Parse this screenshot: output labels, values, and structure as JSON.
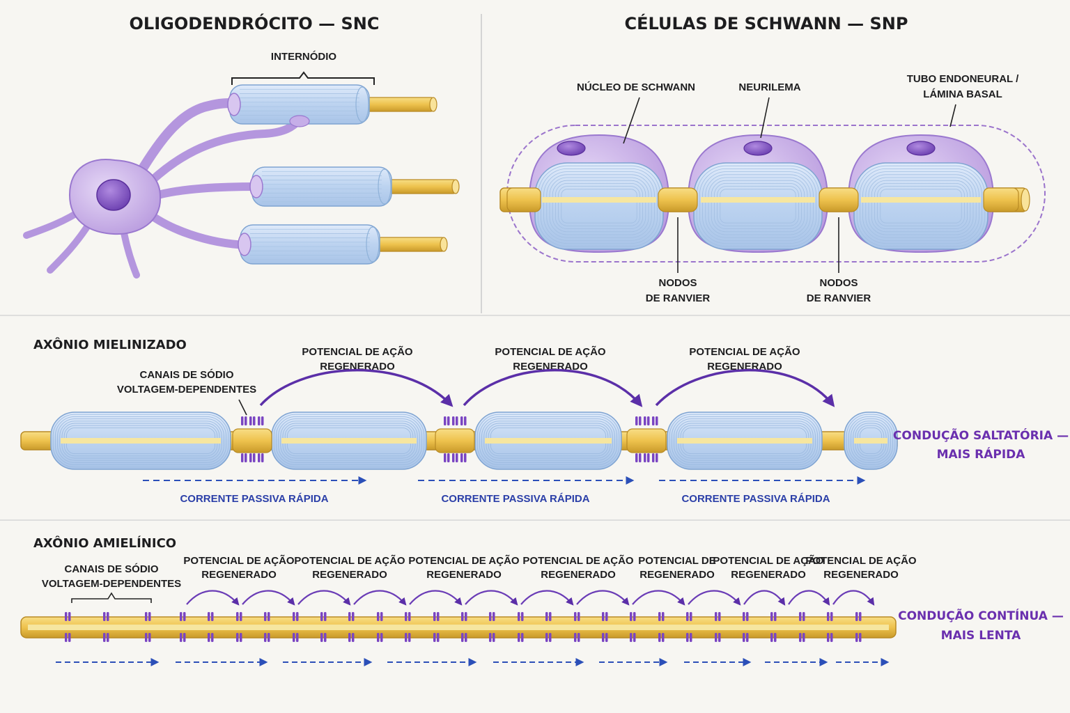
{
  "panels": {
    "oligo": {
      "title": "OLIGODENDRÓCITO — SNC",
      "internode": "INTERNÓDIO"
    },
    "schwann": {
      "title": "CÉLULAS DE SCHWANN — SNP",
      "nucleus": "NÚCLEO DE SCHWANN",
      "neurilemma": "NEURILEMA",
      "tube_line1": "TUBO ENDONEURAL /",
      "tube_line2": "LÁMINA BASAL",
      "node_line1": "NODOS",
      "node_line2": "DE RANVIER"
    }
  },
  "myelinated": {
    "title": "AXÔNIO MIELINIZADO",
    "channels_line1": "CANAIS DE SÓDIO",
    "channels_line2": "VOLTAGEM-DEPENDENTES",
    "ap_line1": "POTENCIAL DE AÇÃO",
    "ap_line2": "REGENERADO",
    "passive": "CORRENTE PASSIVA RÁPIDA",
    "result_line1": "CONDUÇÃO SALTATÓRIA —",
    "result_line2": "MAIS RÁPIDA"
  },
  "unmyelinated": {
    "title": "AXÔNIO AMIELÍNICO",
    "channels_line1": "CANAIS DE SÓDIO",
    "channels_line2": "VOLTAGEM-DEPENDENTES",
    "ap_labels": [
      {
        "l1": "POTENCIAL DE AÇÃO",
        "l2": "REGENERADO"
      },
      {
        "l1": "POTENCIAL DE AÇÃO",
        "l2": "REGENERADO"
      },
      {
        "l1": "POTENCIAL DE AÇÃO",
        "l2": "REGENERADO"
      },
      {
        "l1": "POTENCIAL DE AÇÃO",
        "l2": "REGENERADO"
      },
      {
        "l1": "POTENCIAL DE",
        "l2": "REGENERADO"
      },
      {
        "l1": "POTENCIAL DE AÇÃO",
        "l2": "REGENERADO"
      },
      {
        "l1": "POTENCIAL DE AÇÃO",
        "l2": "REGENERADO"
      }
    ],
    "result_line1": "CONDUÇÃO CONTÍNUA —",
    "result_line2": "MAIS LENTA"
  },
  "colors": {
    "myelin": "#c9ddf3",
    "myelin_line": "#8eb1d8",
    "axon": "#f0c75a",
    "axon_core": "#f6e6a0",
    "glia": "#cdb5e8",
    "glia_dark": "#8e63c4",
    "arrow_purple": "#5b2fa8",
    "arrow_blue": "#2b4fb8"
  }
}
